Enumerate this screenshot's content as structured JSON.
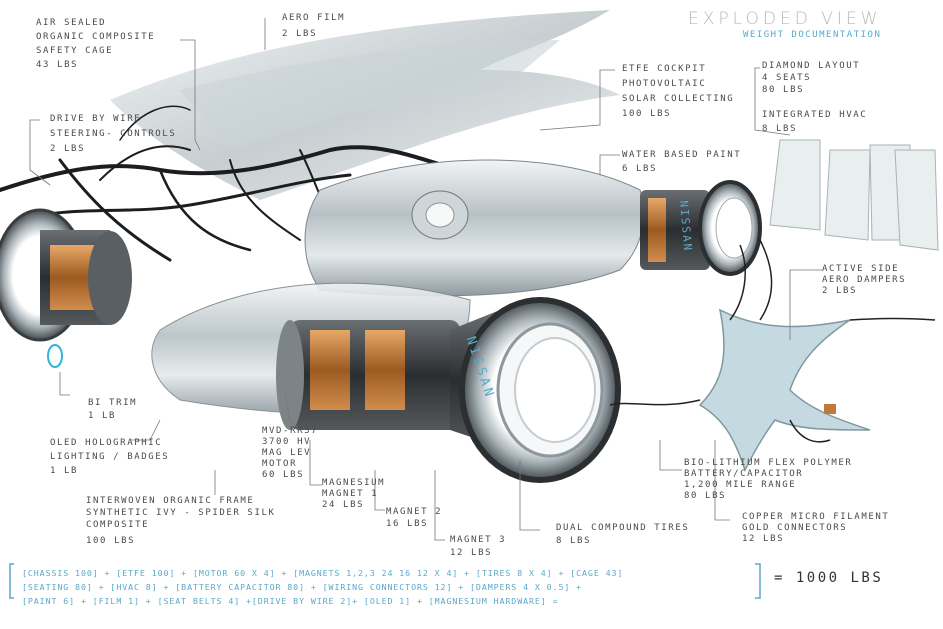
{
  "header": {
    "title": "EXPLODED VIEW",
    "subtitle": "WEIGHT DOCUMENTATION"
  },
  "labels": {
    "air_sealed": [
      "AIR SEALED",
      "ORGANIC COMPOSITE",
      "SAFETY CAGE",
      "43 LBS"
    ],
    "aero_film": [
      "AERO FILM",
      "2 LBS"
    ],
    "drive_by_wire": [
      "DRIVE BY WIRE",
      "STEERING- CONTROLS",
      "2 LBS"
    ],
    "etfe_cockpit": [
      "ETFE COCKPIT",
      "PHOTOVOLTAIC",
      "SOLAR COLLECTING",
      "100 LBS"
    ],
    "diamond_layout": [
      "DIAMOND LAYOUT",
      "4 SEATS",
      "80 LBS"
    ],
    "integrated_hvac": [
      "INTEGRATED HVAC",
      "8 LBS"
    ],
    "water_paint": [
      "WATER BASED PAINT",
      "6 LBS"
    ],
    "active_side": [
      "ACTIVE SIDE",
      "AERO DAMPERS",
      "2 LBS"
    ],
    "bi_trim": [
      "BI TRIM",
      "1 LB"
    ],
    "oled": [
      "OLED HOLOGRAPHIC",
      "LIGHTING / BADGES",
      "1 LB"
    ],
    "motor": [
      "MVD-RR37",
      "3700 HV",
      "MAG LEV",
      "MOTOR",
      "60 LBS"
    ],
    "magnet1": [
      "MAGNESIUM",
      "MAGNET 1",
      "24 LBS"
    ],
    "magnet2": [
      "MAGNET 2",
      "16 LBS"
    ],
    "magnet3": [
      "MAGNET 3",
      "12 LBS"
    ],
    "frame": [
      "INTERWOVEN ORGANIC FRAME",
      "SYNTHETIC IVY - SPIDER SILK",
      "COMPOSITE"
    ],
    "frame_weight": "100 LBS",
    "tires": [
      "DUAL COMPOUND TIRES",
      "8 LBS"
    ],
    "battery": [
      "BIO-LITHIUM FLEX POLYMER",
      "BATTERY/CAPACITOR",
      "1,200 MILE RANGE",
      "80 LBS"
    ],
    "copper": [
      "COPPER MICRO FILAMENT",
      "GOLD CONNECTORS",
      "12 LBS"
    ]
  },
  "brand": {
    "wheel_front": "NISSAN",
    "wheel_rear": "NISSAN"
  },
  "formula": {
    "lines": [
      "[CHASSIS 100] + [ETFE 100] + [MOTOR 60 X 4] + [MAGNETS 1,2,3 24 16 12 X 4] + [TIRES 8 X 4] + [CAGE 43]",
      "[SEATING 80] + [HVAC 8] + [BATTERY CAPACITOR 80] + [WIRING CONNECTORS 12] + [DAMPERS 4 X 0.5] +",
      "[PAINT 6] + [FILM 1] + [SEAT BELTS 4] +[DRIVE BY WIRE 2]+ [OLED 1] + [MAGNESIUM HARDWARE] ="
    ],
    "total": "= 1000 LBS"
  },
  "colors": {
    "accent": "#5aa9c9",
    "text": "#4a4a4a",
    "copper": "#c07a3a",
    "metal": "#3a3d40"
  }
}
